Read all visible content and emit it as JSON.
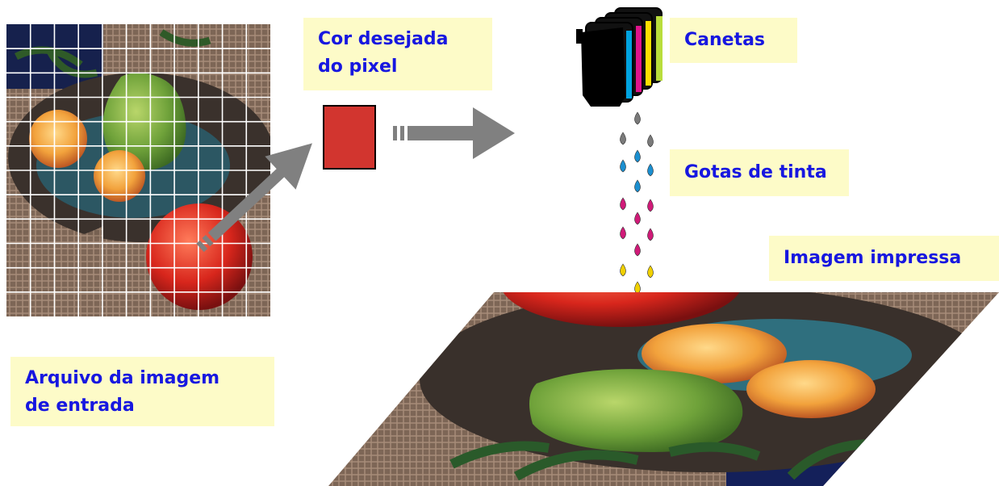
{
  "labels": {
    "input_file": [
      "Arquivo da imagem",
      "de entrada"
    ],
    "pixel_color": [
      "Cor desejada",
      "do pixel"
    ],
    "pens": "Canetas",
    "ink_drops": "Gotas de tinta",
    "printed_image": "Imagem impressa"
  },
  "colors": {
    "label_background": "#fdfbc8",
    "label_text": "#1717e0",
    "pixel_swatch": "#d2352f",
    "arrow": "#808080",
    "pen_black": "#000000",
    "pen_cyan": "#00a3e0",
    "pen_magenta": "#e0138c",
    "pen_yellow": "#ffe000",
    "drop_gray": "#7a7a7a",
    "drop_cyan": "#1b8fd0",
    "drop_magenta": "#d01a78",
    "drop_yellow": "#f0d000"
  },
  "icons": {
    "input_image": "fruit-bowl-photo-with-grid",
    "printed_image": "fruit-bowl-photo-in-perspective",
    "pens": "ink-cartridges-icon",
    "drops": "ink-drop-icon",
    "arrows": "dashed-arrow-icon"
  }
}
